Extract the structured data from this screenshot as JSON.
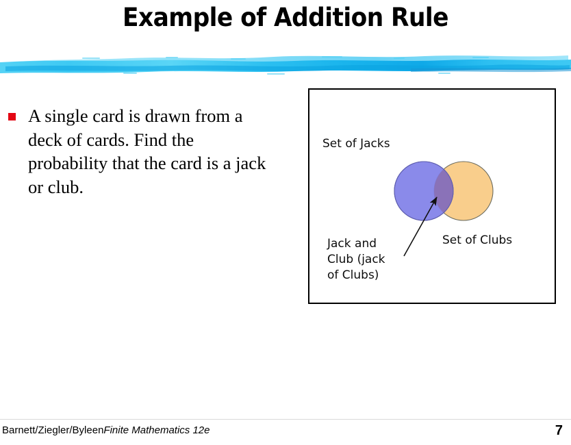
{
  "slide": {
    "title": "Example of Addition Rule",
    "page_number": "7"
  },
  "divider": {
    "icon": "brush-stroke-divider",
    "color_light": "#7fe0f7",
    "color_mid": "#35c6f4",
    "color_dark": "#0aa9e6"
  },
  "body": {
    "bullet_marker": "red-square-bullet",
    "bullet_color": "#e30613",
    "bullet_text": "A single card is drawn from a deck of cards. Find the probability that the card is a jack or club."
  },
  "venn": {
    "set_a_label": "Set of Jacks",
    "set_b_label": "Set of Clubs",
    "intersection_label": "Jack and\nClub (jack\nof Clubs)",
    "set_a_color": "#8080e8",
    "set_b_color": "#f9ce8c",
    "intersection_color": "#8a72b8",
    "outline_color": "#4a4a4a",
    "arrow_color": "#111111",
    "arrow_icon": "leader-arrow-icon"
  },
  "footer": {
    "authors": "Barnett/Ziegler/Byleen",
    "book_title": "Finite Mathematics 12e"
  }
}
